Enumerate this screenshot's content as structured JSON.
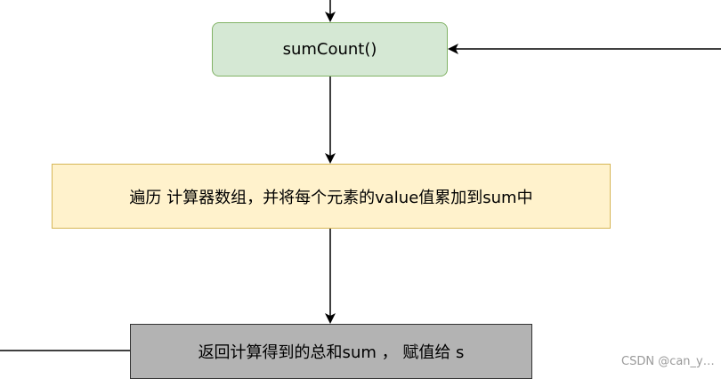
{
  "nodes": {
    "sumcount": {
      "label": "sumCount()",
      "fill": "#d5e8d4",
      "stroke": "#82b366"
    },
    "traverse": {
      "label": "遍历 计算器数组，并将每个元素的value值累加到sum中",
      "fill": "#fff2cc",
      "stroke": "#d6b656"
    },
    "return_sum": {
      "label": "返回计算得到的总和sum ，   赋值给 s",
      "fill": "#b3b3b3",
      "stroke": "#333333"
    }
  },
  "watermark": "CSDN @can_y…",
  "colors": {
    "connector": "#000000",
    "background": "#ffffff"
  }
}
